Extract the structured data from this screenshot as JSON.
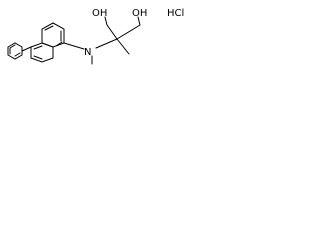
{
  "molecule": {
    "labels": {
      "oh_left": "OH",
      "oh_right": "OH",
      "hcl": "HCl",
      "nitrogen": "N"
    },
    "colors": {
      "ink": "#000000",
      "background": "#ffffff"
    }
  }
}
